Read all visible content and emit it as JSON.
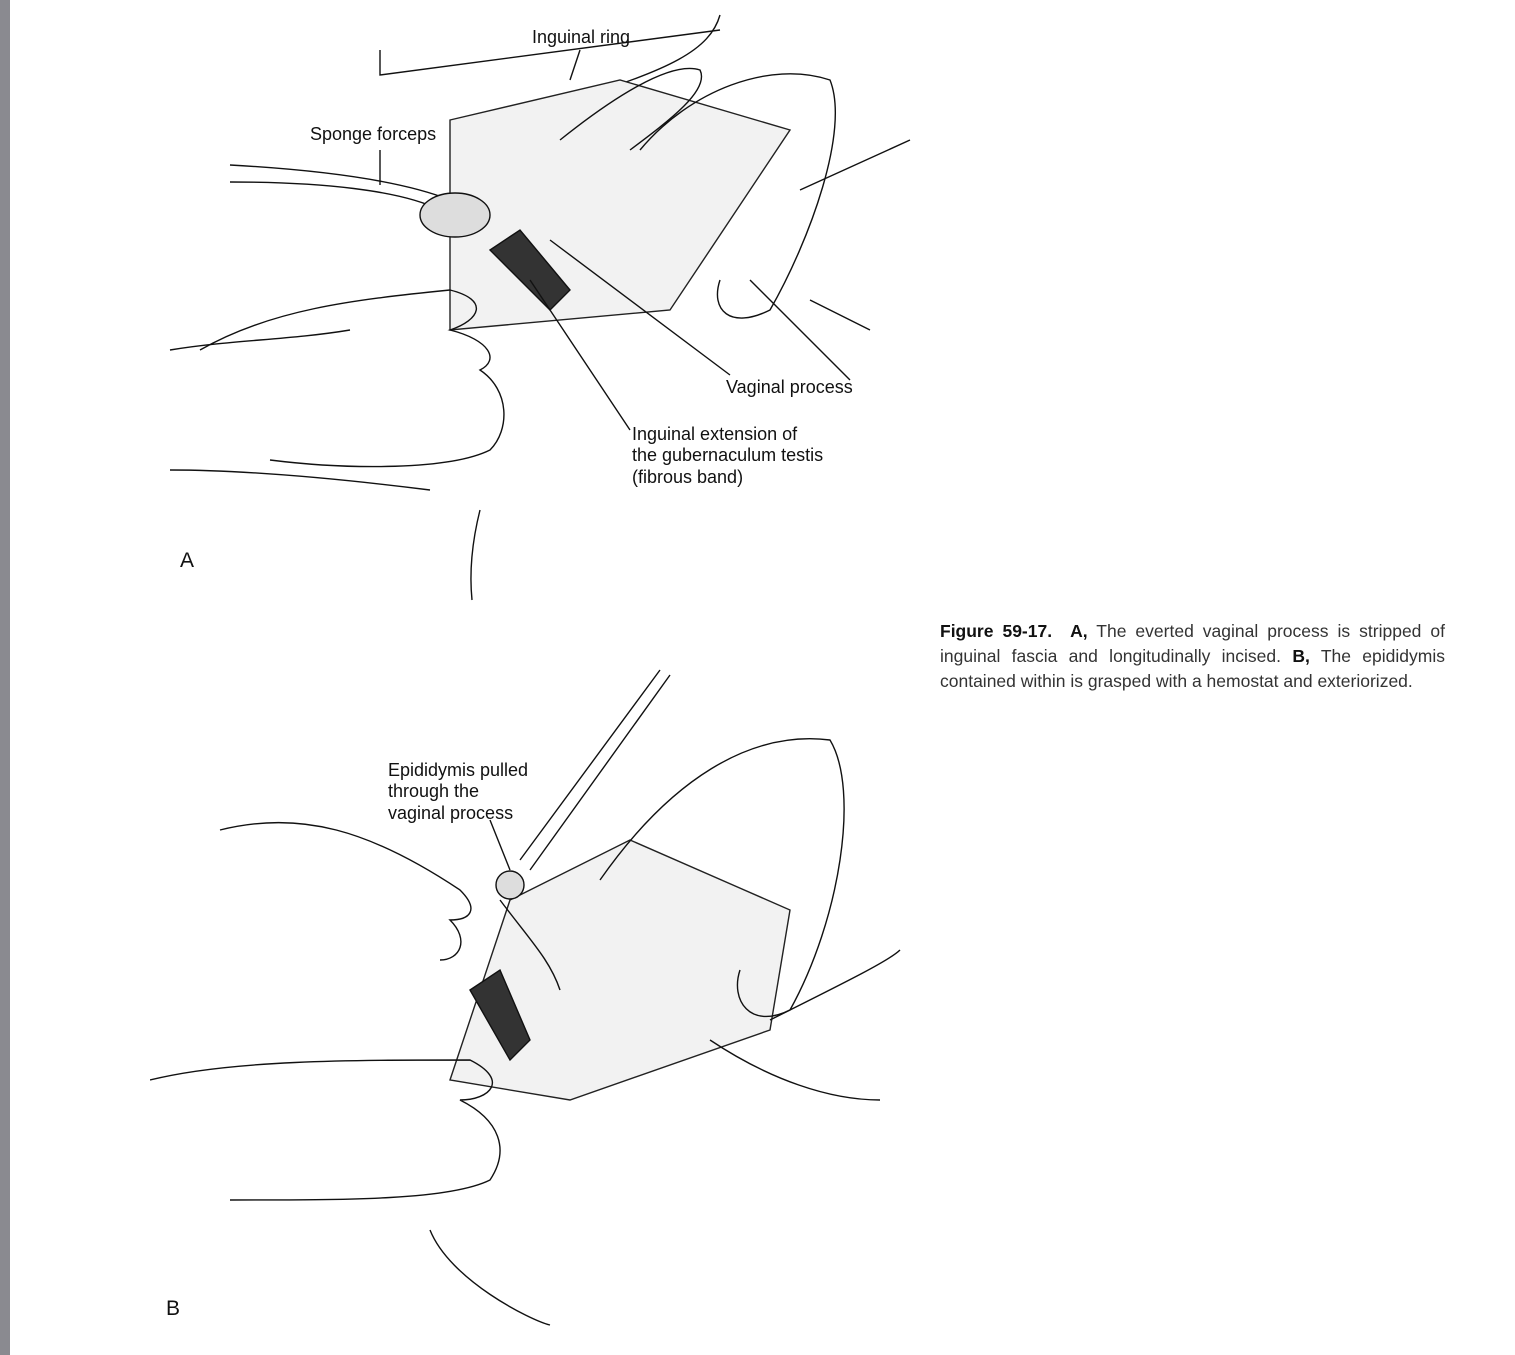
{
  "figure_a": {
    "panel_letter": "A",
    "labels": {
      "inguinal_ring": "Inguinal ring",
      "sponge_forceps": "Sponge forceps",
      "vaginal_process": "Vaginal process",
      "gubernaculum_line1": "Inguinal extension of",
      "gubernaculum_line2": "the gubernaculum testis",
      "gubernaculum_line3": "(fibrous band)"
    }
  },
  "figure_b": {
    "panel_letter": "B",
    "labels": {
      "epididymis_line1": "Epididymis pulled",
      "epididymis_line2": "through the",
      "epididymis_line3": "vaginal process"
    }
  },
  "caption": {
    "figure_number": "Figure 59-17.",
    "part_a_marker": "A,",
    "part_a_text": "The everted vaginal process is stripped of inguinal fascia and longitudinally incised.",
    "part_b_marker": "B,",
    "part_b_text": "The epididymis contained within is grasped with a hemostat and exteriorized."
  }
}
